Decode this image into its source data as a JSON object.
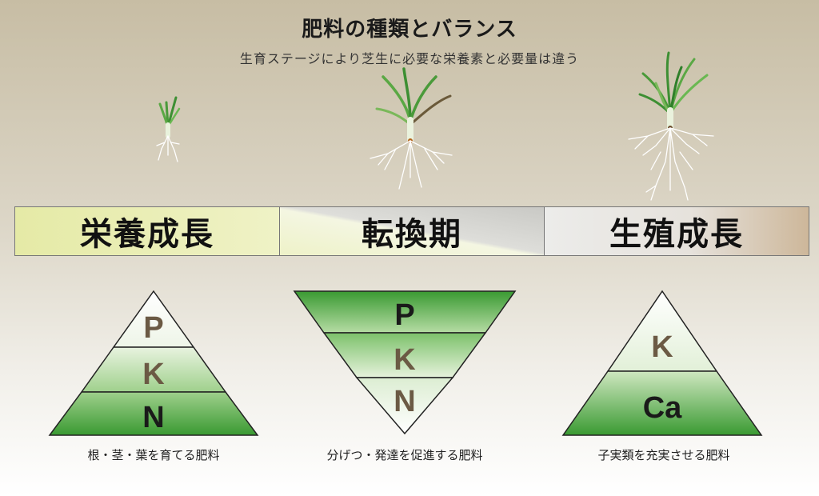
{
  "header": {
    "title": "肥料の種類とバランス",
    "subtitle": "生育ステージにより芝生に必要な栄養素と必要量は違う"
  },
  "stages": [
    {
      "label": "栄養成長",
      "pyramid_layers_top_to_bottom": [
        "P",
        "K",
        "N"
      ],
      "orientation": "upright",
      "caption": "根・茎・葉を育てる肥料"
    },
    {
      "label": "転換期",
      "pyramid_layers_top_to_bottom": [
        "P",
        "K",
        "N"
      ],
      "orientation": "inverted",
      "caption": "分げつ・発達を促進する肥料"
    },
    {
      "label": "生殖成長",
      "pyramid_layers_top_to_bottom": [
        "K",
        "Ca"
      ],
      "orientation": "upright",
      "caption": "子実類を充実させる肥料"
    }
  ],
  "colors": {
    "green_dark": "#3a9a32",
    "green_light": "#f0f7ea",
    "nutrient_brown": "#6b5a44",
    "nutrient_black": "#1a1a1a"
  },
  "icons": [
    "seedling-icon",
    "young-grass-icon",
    "mature-grass-icon"
  ]
}
